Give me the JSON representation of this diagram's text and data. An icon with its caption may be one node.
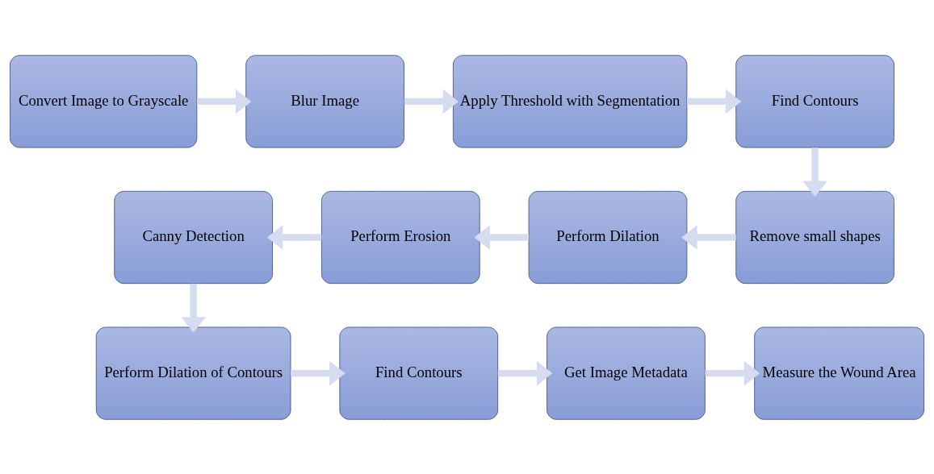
{
  "diagram": {
    "nodes": [
      {
        "text": [
          "Convert Image to Grayscale"
        ]
      },
      {
        "text": [
          "Blur Image"
        ]
      },
      {
        "text": [
          "Apply Threshold with Segmentation"
        ]
      },
      {
        "text": [
          "Find Contours"
        ]
      },
      {
        "text": [
          "Remove small shapes"
        ]
      },
      {
        "text": [
          "Perform Dilation"
        ]
      },
      {
        "text": [
          "Perform Erosion"
        ]
      },
      {
        "text": [
          "Canny Detection"
        ]
      },
      {
        "text": [
          "Perform Dilation of Contours"
        ]
      },
      {
        "text": [
          "Find Contours"
        ]
      },
      {
        "text": [
          "Get Image Metadata"
        ]
      },
      {
        "text": [
          "Measure the Wound Area"
        ]
      }
    ],
    "edges": [
      {
        "from": 0,
        "to": 1,
        "arrow": "to"
      },
      {
        "from": 1,
        "to": 2,
        "arrow": "to"
      },
      {
        "from": 2,
        "to": 3,
        "arrow": "to"
      },
      {
        "from": 3,
        "to": 4,
        "arrow": "to"
      },
      {
        "from": 4,
        "to": 5,
        "arrow": "to"
      },
      {
        "from": 5,
        "to": 6,
        "arrow": "to"
      },
      {
        "from": 6,
        "to": 7,
        "arrow": "to"
      },
      {
        "from": 7,
        "to": 8,
        "arrow": "to"
      },
      {
        "from": 8,
        "to": 9,
        "arrow": "to"
      },
      {
        "from": 9,
        "to": 10,
        "arrow": "to"
      },
      {
        "from": 10,
        "to": 11,
        "arrow": "to"
      }
    ]
  }
}
